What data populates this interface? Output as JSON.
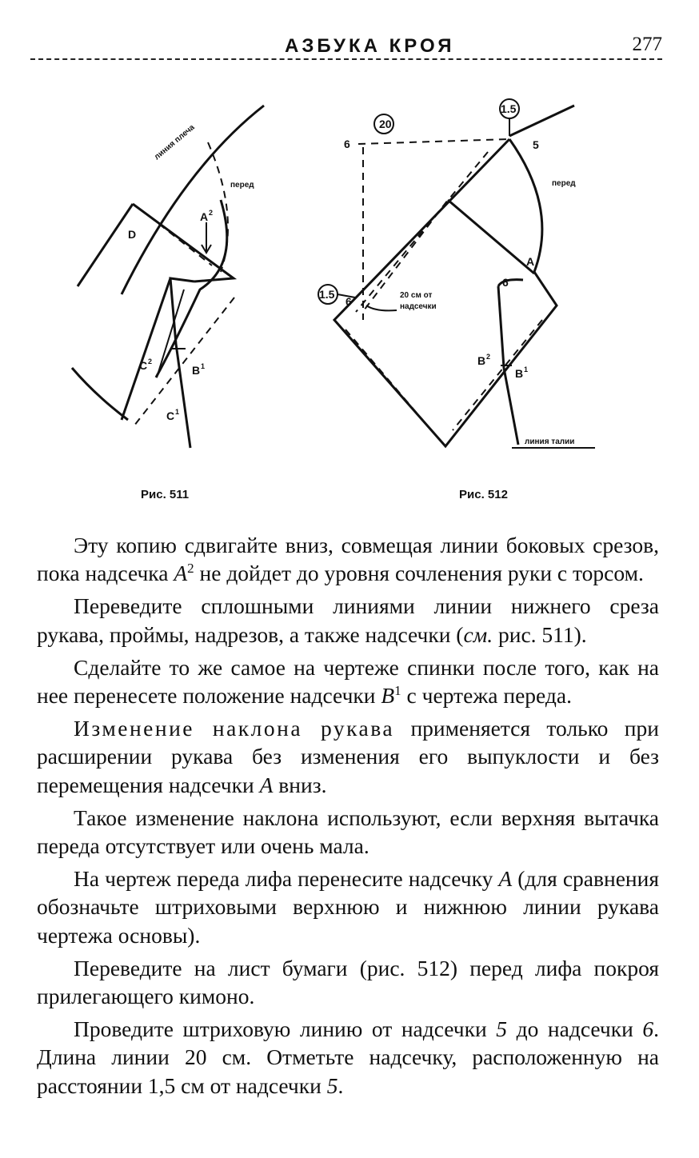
{
  "header": {
    "title": "АЗБУКА КРОЯ",
    "page_number": "277"
  },
  "figure511": {
    "caption": "Рис. 511",
    "labels": {
      "shoulder_line": "линия плеча",
      "front": "перед",
      "A": "A",
      "A_sup": "2",
      "D": "D",
      "C2": "C",
      "C2_sup": "2",
      "B1": "B",
      "B1_sup": "1",
      "C1": "C",
      "C1_sup": "1"
    }
  },
  "figure512": {
    "caption": "Рис. 512",
    "labels": {
      "circle_20": "20",
      "circle_15_top": "1.5",
      "circle_15_left": "1.5",
      "n6_top": "6",
      "n5": "5",
      "front": "перед",
      "A": "A",
      "n6_mid": "6",
      "n6_left": "6",
      "note_line1": "20 см от",
      "note_line2": "надсечки",
      "B2": "B",
      "B2_sup": "2",
      "B1": "B",
      "B1_sup": "1",
      "waist_line": "линия талии"
    }
  },
  "paragraphs": [
    {
      "p1a": "Эту копию сдвигайте вниз, совмещая линии боковых срезов, пока надсечка ",
      "p1v": "A",
      "p1s": "2",
      "p1b": " не дойдет до уровня сочленения руки с торсом."
    },
    {
      "p2a": "Переведите сплошными линиями линии нижнего среза рукава, проймы, надрезов, а также надсечки (",
      "p2i": "см.",
      "p2b": " рис. 511)."
    },
    {
      "p3a": "Сделайте то же самое на чертеже спинки после того, как на нее перенесете положение надсечки ",
      "p3v": "B",
      "p3s": "1",
      "p3b": " с чертежа переда."
    },
    {
      "p4sp": "Изменение наклона рукава",
      "p4a": " применяется только при расширении рукава без изменения его выпуклости и без перемещения надсечки ",
      "p4v": "A",
      "p4b": " вниз."
    },
    {
      "p5": "Такое изменение наклона используют, если верхняя вытачка переда отсутствует или очень мала."
    },
    {
      "p6a": "На чертеж переда лифа перенесите надсечку ",
      "p6v": "A",
      "p6b": " (для сравнения обозначьте штриховыми верхнюю и нижнюю линии рукава чертежа основы)."
    },
    {
      "p7": "Переведите на лист бумаги (рис. 512) перед лифа покроя прилегающего кимоно."
    },
    {
      "p8a": "Проведите штриховую линию от надсечки ",
      "p8v1": "5",
      "p8b": " до надсечки ",
      "p8v2": "6",
      "p8c": ". Длина линии 20 см. Отметьте надсечку, расположенную на расстоянии 1,5 см от надсечки ",
      "p8v3": "5",
      "p8d": "."
    }
  ]
}
